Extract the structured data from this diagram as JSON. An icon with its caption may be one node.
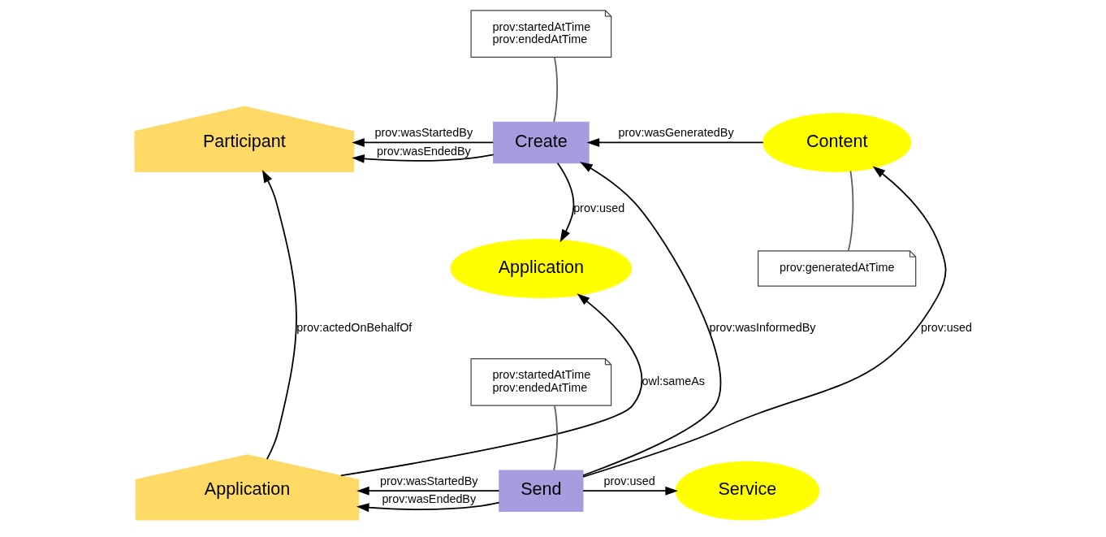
{
  "diagram": {
    "nodes": [
      {
        "text": [
          "Participant"
        ]
      },
      {
        "text": [
          "Create"
        ]
      },
      {
        "text": [
          "prov:startedAtTime",
          "prov:endedAtTime"
        ]
      },
      {
        "text": [
          "Content"
        ]
      },
      {
        "text": [
          "Application"
        ]
      },
      {
        "text": [
          "prov:generatedAtTime"
        ]
      },
      {
        "text": [
          "Application"
        ]
      },
      {
        "text": [
          "prov:startedAtTime",
          "prov:endedAtTime"
        ]
      },
      {
        "text": [
          "Send"
        ]
      },
      {
        "text": [
          "Service"
        ]
      }
    ],
    "edges": [
      {
        "from": 1,
        "to": 0,
        "arrow": "to",
        "label": "prov:wasStartedBy"
      },
      {
        "from": 1,
        "to": 0,
        "arrow": "to",
        "label": "prov:wasEndedBy"
      },
      {
        "from": 2,
        "to": 1,
        "arrow": "none",
        "color": "#606060"
      },
      {
        "from": 3,
        "to": 1,
        "arrow": "to",
        "label": "prov:wasGeneratedBy"
      },
      {
        "from": 1,
        "to": 4,
        "arrow": "to",
        "label": "prov:used"
      },
      {
        "from": 5,
        "to": 3,
        "arrow": "none",
        "color": "#606060"
      },
      {
        "from": 6,
        "to": 0,
        "arrow": "to",
        "label": "prov:actedOnBehalfOf"
      },
      {
        "from": 6,
        "to": 4,
        "arrow": "to",
        "label": "owl:sameAs"
      },
      {
        "from": 7,
        "to": 8,
        "arrow": "none",
        "color": "#606060"
      },
      {
        "from": 8,
        "to": 6,
        "arrow": "to",
        "label": "prov:wasStartedBy"
      },
      {
        "from": 8,
        "to": 6,
        "arrow": "to",
        "label": "prov:wasEndedBy"
      },
      {
        "from": 8,
        "to": 1,
        "arrow": "to",
        "label": "prov:wasInformedBy"
      },
      {
        "from": 8,
        "to": 3,
        "arrow": "to",
        "label": "prov:used"
      },
      {
        "from": 8,
        "to": 9,
        "arrow": "to",
        "label": "prov:used"
      }
    ]
  }
}
